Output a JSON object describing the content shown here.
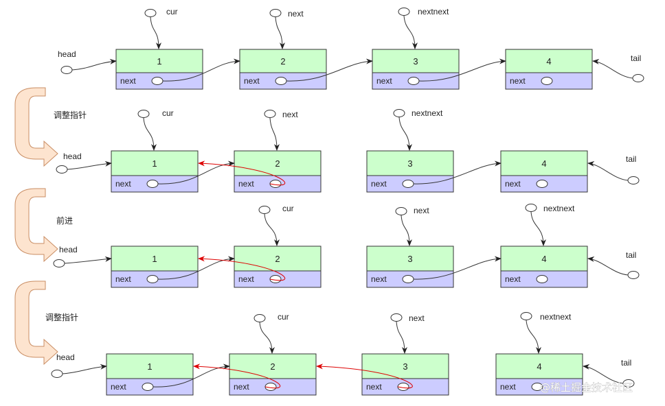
{
  "rows": [
    {
      "nodes": [
        {
          "value": "1",
          "field": "next"
        },
        {
          "value": "2",
          "field": "next"
        },
        {
          "value": "3",
          "field": "next"
        },
        {
          "value": "4",
          "field": "next"
        }
      ],
      "head_label": "head",
      "tail_label": "tail",
      "pointers": [
        {
          "label": "cur",
          "target": 0
        },
        {
          "label": "next",
          "target": 1
        },
        {
          "label": "nextnext",
          "target": 2
        }
      ]
    },
    {
      "nodes": [
        {
          "value": "1",
          "field": "next"
        },
        {
          "value": "2",
          "field": "next"
        },
        {
          "value": "3",
          "field": "next"
        },
        {
          "value": "4",
          "field": "next"
        }
      ],
      "head_label": "head",
      "tail_label": "tail",
      "pointers": [
        {
          "label": "cur",
          "target": 0
        },
        {
          "label": "next",
          "target": 1
        },
        {
          "label": "nextnext",
          "target": 2
        }
      ]
    },
    {
      "nodes": [
        {
          "value": "1",
          "field": "next"
        },
        {
          "value": "2",
          "field": "next"
        },
        {
          "value": "3",
          "field": "next"
        },
        {
          "value": "4",
          "field": "next"
        }
      ],
      "head_label": "head",
      "tail_label": "tail",
      "pointers": [
        {
          "label": "cur",
          "target": 1
        },
        {
          "label": "next",
          "target": 2
        },
        {
          "label": "nextnext",
          "target": 3
        }
      ]
    },
    {
      "nodes": [
        {
          "value": "1",
          "field": "next"
        },
        {
          "value": "2",
          "field": "next"
        },
        {
          "value": "3",
          "field": "next"
        },
        {
          "value": "4",
          "field": "next"
        }
      ],
      "head_label": "head",
      "tail_label": "tail",
      "pointers": [
        {
          "label": "cur",
          "target": 1
        },
        {
          "label": "next",
          "target": 2
        },
        {
          "label": "nextnext",
          "target": 3
        }
      ]
    }
  ],
  "steps": [
    "调整指针",
    "前进",
    "调整指针"
  ],
  "watermark": "@稀土掘金技术社区",
  "colors": {
    "node_top": "#ccffcc",
    "node_bottom": "#ccccff",
    "stroke": "#333333",
    "reverse_link": "#dd0000",
    "step_arrow_fill": "#fde4cf",
    "step_arrow_stroke": "#c98d63"
  }
}
